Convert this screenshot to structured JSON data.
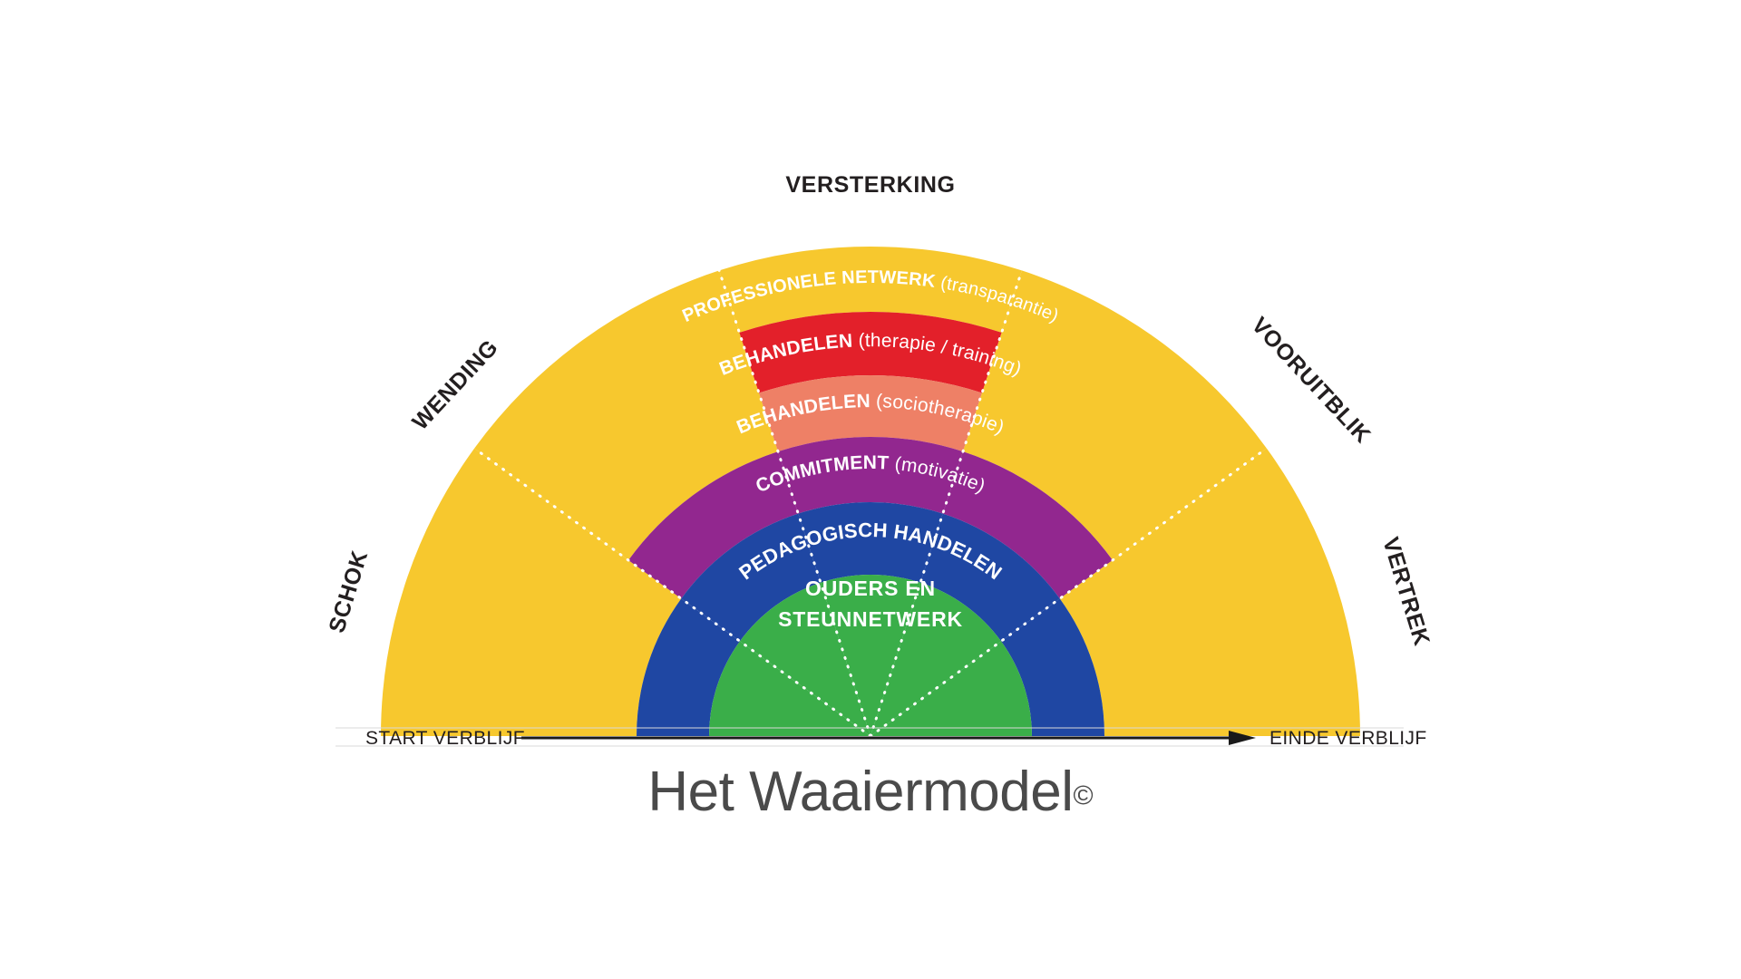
{
  "title": {
    "text": "Het Waaiermodel",
    "mark": "©"
  },
  "top_label": "VERSTERKING",
  "phases": [
    {
      "id": "schok",
      "label": "SCHOK"
    },
    {
      "id": "wending",
      "label": "WENDING"
    },
    {
      "id": "versterking",
      "label": "VERSTERKING"
    },
    {
      "id": "vooruitblik",
      "label": "VOORUITBLIK"
    },
    {
      "id": "vertrek",
      "label": "VERTREK"
    }
  ],
  "axis": {
    "start": "START VERBLIJF",
    "end": "EINDE VERBLIJF"
  },
  "rings": [
    {
      "id": "professioneel-netwerk",
      "main": "PROFESSIONELE NETWERK",
      "sub": "(transparantie)",
      "color": "#F7C82E"
    },
    {
      "id": "behandelen-therapie",
      "main": "BEHANDELEN",
      "sub": "(therapie / training)",
      "color": "#E3202A"
    },
    {
      "id": "behandelen-sociotherapie",
      "main": "BEHANDELEN",
      "sub": "(sociotherapie)",
      "color": "#EE8066"
    },
    {
      "id": "commitment",
      "main": "COMMITMENT",
      "sub": "(motivatie)",
      "color": "#92278F"
    },
    {
      "id": "pedagogisch-handelen",
      "main": "PEDAGOGISCH HANDELEN",
      "sub": "",
      "color": "#1F47A3"
    },
    {
      "id": "ouders-steunnetwerk",
      "main": "OUDERS EN",
      "sub": "STEUNNETWERK",
      "color": "#3AAE49"
    }
  ],
  "colors": {
    "yellow": "#F7C82E",
    "red": "#E3202A",
    "salmon": "#EE8066",
    "purple": "#92278F",
    "blue": "#1F47A3",
    "green": "#3AAE49",
    "text_dark": "#231f20",
    "title_gray": "#4a4a4a",
    "background": "#ffffff"
  },
  "core": {
    "line1": "OUDERS EN",
    "line2": "STEUNNETWERK"
  }
}
